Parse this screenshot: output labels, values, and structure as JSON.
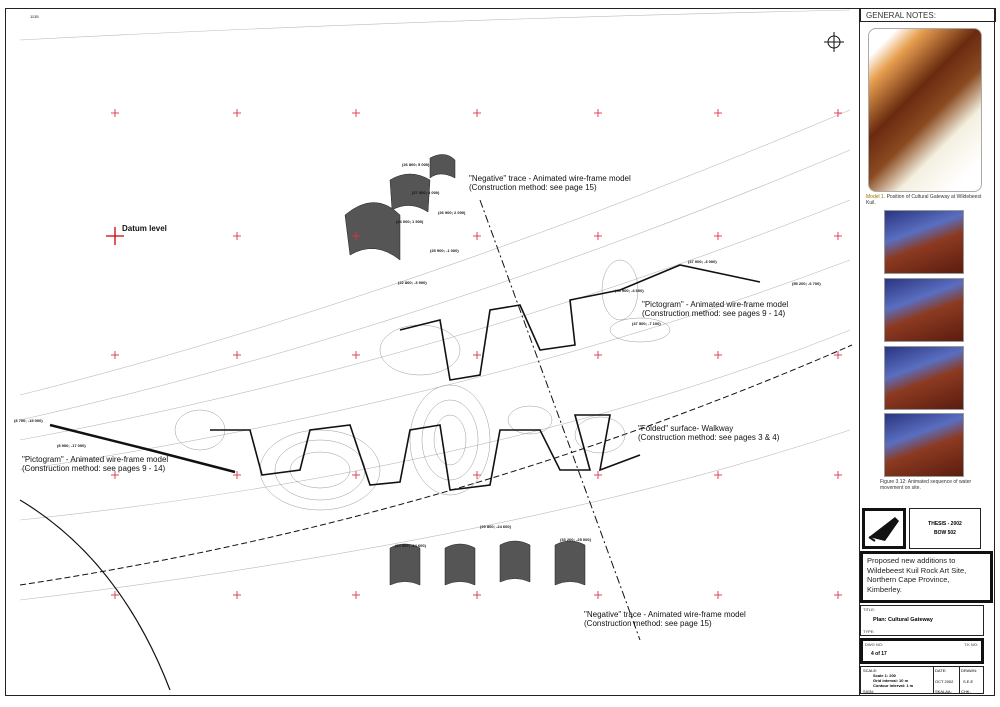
{
  "drawing": {
    "top_label": "1135",
    "datum_label": "Datum level",
    "annotations": [
      {
        "line1": "\"Negative\"  trace - Animated wire-frame model",
        "line2": "(Construction method: see page 15)"
      },
      {
        "line1": "\"Pictogram\" - Animated wire-frame model",
        "line2": "(Construction method: see pages 9 - 14)"
      },
      {
        "line1": "\"Folded\" surface- Walkway",
        "line2": "(Construction method: see pages 3 & 4)"
      },
      {
        "line1": "\"Pictogram\" - Animated wire-frame model",
        "line2": "(Construction method: see pages 9 - 14)"
      },
      {
        "line1": "\"Negative\"  trace - Animated wire-frame model",
        "line2": "(Construction method: see page 15)"
      }
    ],
    "coords": [
      "(26 800; 5 000)",
      "(27 000; 4 000)",
      "(26 900; 2 000)",
      "(24 000; 1 500)",
      "(25 900; -1 000)",
      "(22 800; -3 900)",
      "(47 000; -3 000)",
      "(55 200; -6 700)",
      "(46 900; -4 600)",
      "(47 500; -7 100)",
      "(8 700; -15 000)",
      "(8 900; -17 000)",
      "(23 300; -24 600)",
      "(29 800; -24 600)",
      "(33 200; -25 000)"
    ]
  },
  "notes": {
    "heading": "GENERAL NOTES:",
    "model_caption_label": "Model 1.",
    "model_caption": "Position of Cultural Gateway at Wildebeest Kuil.",
    "figure_caption": "Figure 3.12: Animated sequence of water movement on site."
  },
  "title_block": {
    "thesis": "THESIS - 2002",
    "code": "BOW 502",
    "project": "Proposed new additions to Wildebeest Kuil Rock Art Site, Northern Cape Province, Kimberley.",
    "title_label": "TITLE:",
    "title": "Plan: Cultural Gateway",
    "type_label": "TYPE:",
    "dwg_label": "DWG NO:",
    "dwg": "4 of 17",
    "tk_label": "T.K NO:",
    "scale_label": "SCALE:",
    "scale": "Scale 1: 200",
    "grid": "Grid interval: 10 m",
    "contour": "Contour interval: 1 m",
    "date_label": "DATE:",
    "date": "OCT 2002",
    "drawn_label": "DRAWN:",
    "drawn": "S.E.E",
    "sign_label": "SIGN:",
    "sgn_label": "SKALAA:",
    "chk_label": "CHK:"
  },
  "colors": {
    "grid_cross": "#e0304a",
    "ink": "#111111"
  }
}
